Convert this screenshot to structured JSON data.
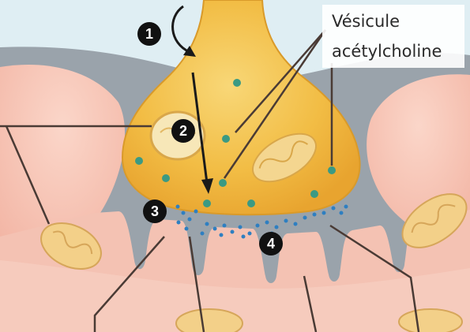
{
  "vesicle_label": {
    "line1": "Vésicule",
    "line2": "acétylcholine"
  },
  "steps": [
    {
      "number": "1"
    },
    {
      "number": "2"
    },
    {
      "number": "3"
    },
    {
      "number": "4"
    }
  ],
  "colors": {
    "background_top": "#dfeef3",
    "muscle_tissue": "#f5c0b0",
    "muscle_light": "#f8d2c6",
    "synaptic_cleft": "#9aa3ab",
    "axon_terminal": "#f0b53a",
    "axon_light": "#f6cf6a",
    "mitochondria": "#f3d089",
    "vesicle": "#3b9a83",
    "acetylcholine": "#2e7fc1",
    "step_badge": "#111111",
    "leader_line": "#4a3b35"
  }
}
